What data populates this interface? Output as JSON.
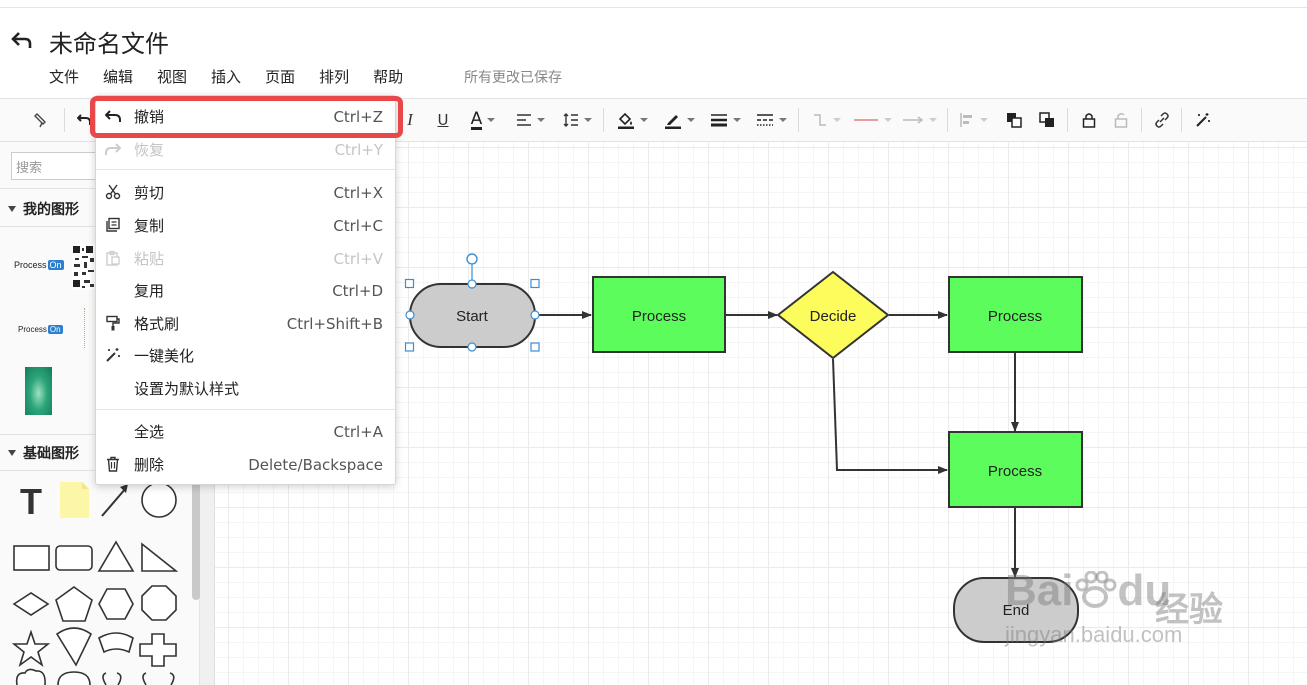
{
  "header": {
    "title": "未命名文件",
    "menus": [
      "文件",
      "编辑",
      "视图",
      "插入",
      "页面",
      "排列",
      "帮助"
    ],
    "save_status": "所有更改已保存"
  },
  "toolbar": {
    "icons": [
      "format-painter-icon",
      "undo-icon",
      "italic-icon",
      "underline-icon",
      "font-color-icon",
      "align-icon",
      "line-spacing-icon",
      "fill-color-icon",
      "line-color-icon",
      "line-width-icon",
      "line-style-icon",
      "connector-icon",
      "line-end-icon",
      "arrow-icon",
      "align-shapes-icon",
      "bring-front-icon",
      "send-back-icon",
      "lock-icon",
      "unlock-icon",
      "link-icon",
      "beautify-icon"
    ],
    "italic": "I",
    "underline": "U",
    "font_color": "A"
  },
  "sidebar": {
    "search_placeholder": "搜索",
    "my_shapes_title": "我的图形",
    "logo_text": "Process",
    "logo_badge": "On",
    "basic_shapes_title": "基础图形",
    "text_tool": "T"
  },
  "context_menu": {
    "items": [
      {
        "label": "撤销",
        "shortcut": "Ctrl+Z",
        "icon": "undo-icon",
        "disabled": false
      },
      {
        "label": "恢复",
        "shortcut": "Ctrl+Y",
        "icon": "redo-icon",
        "disabled": true
      },
      {
        "label": "剪切",
        "shortcut": "Ctrl+X",
        "icon": "scissors-icon",
        "disabled": false
      },
      {
        "label": "复制",
        "shortcut": "Ctrl+C",
        "icon": "copy-icon",
        "disabled": false
      },
      {
        "label": "粘贴",
        "shortcut": "Ctrl+V",
        "icon": "paste-icon",
        "disabled": true
      },
      {
        "label": "复用",
        "shortcut": "Ctrl+D",
        "icon": "",
        "disabled": false
      },
      {
        "label": "格式刷",
        "shortcut": "Ctrl+Shift+B",
        "icon": "format-painter-icon",
        "disabled": false
      },
      {
        "label": "一键美化",
        "shortcut": "",
        "icon": "magic-wand-icon",
        "disabled": false
      },
      {
        "label": "设置为默认样式",
        "shortcut": "",
        "icon": "",
        "disabled": false
      },
      {
        "label": "全选",
        "shortcut": "Ctrl+A",
        "icon": "",
        "disabled": false
      },
      {
        "label": "删除",
        "shortcut": "Delete/Backspace",
        "icon": "trash-icon",
        "disabled": false
      }
    ]
  },
  "diagram": {
    "start": "Start",
    "process": "Process",
    "decide": "Decide",
    "end": "End",
    "colors": {
      "process_fill": "#5cfc5c",
      "decide_fill": "#fcfc5c",
      "terminal_fill": "#cccccc",
      "selection": "#3a8fd6",
      "highlight_box": "#e8484a"
    }
  },
  "watermark": {
    "brand": "Bai",
    "brand_suffix": "du",
    "cn": "经验",
    "url": "jingyan.baidu.com"
  }
}
